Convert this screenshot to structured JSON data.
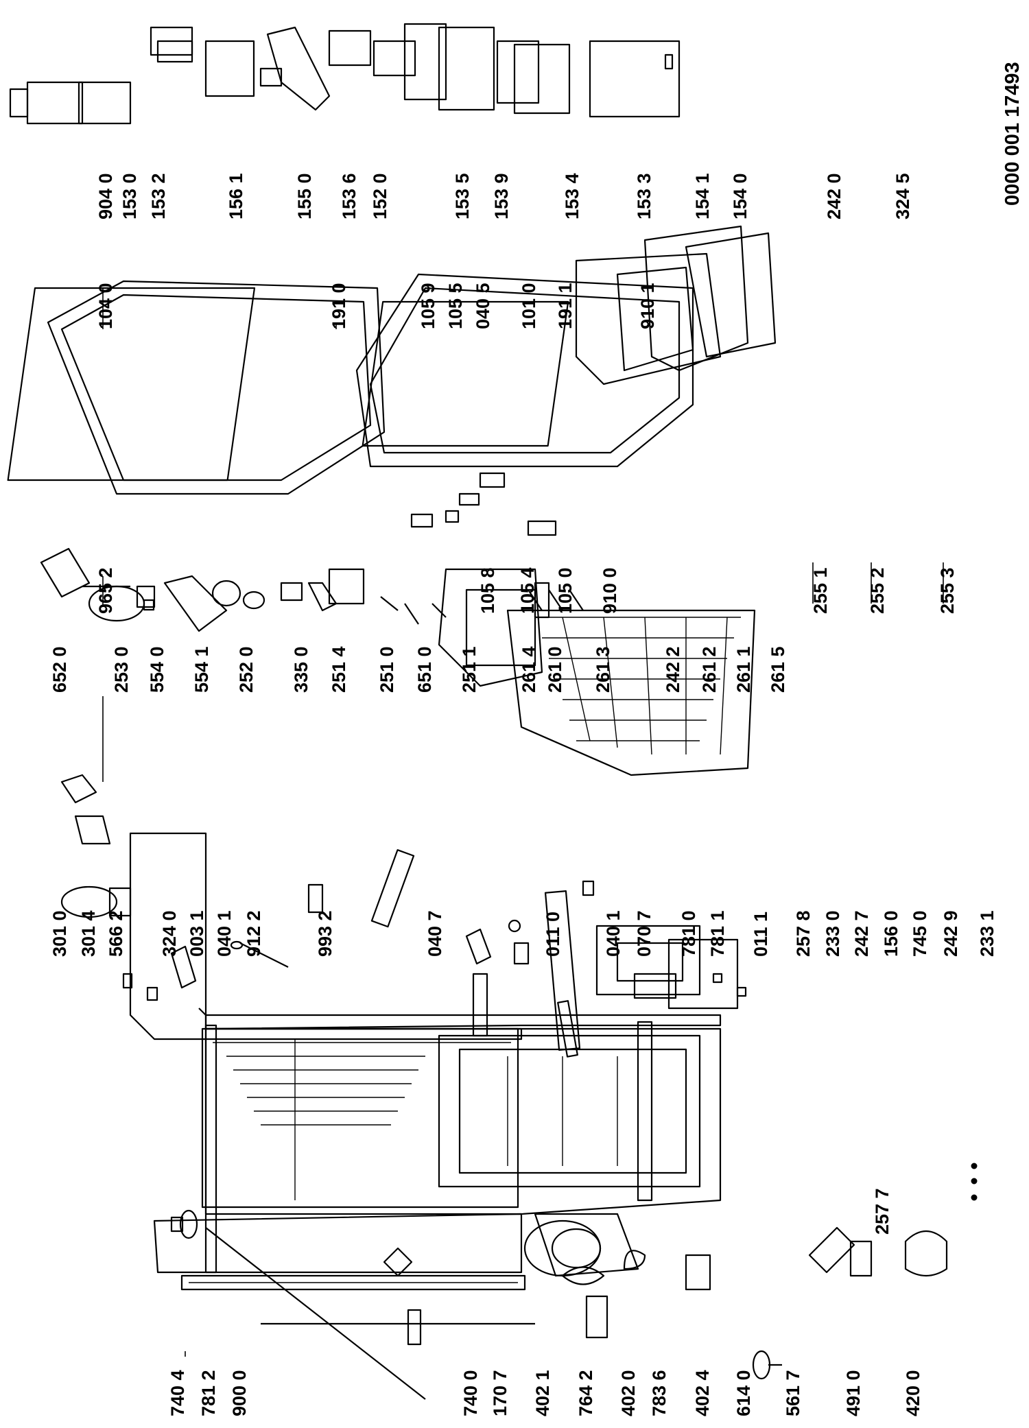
{
  "document_number": "0000 001 17493",
  "part_labels": {
    "p740_4": "740 4",
    "p781_2": "781 2",
    "p900_0": "900 0",
    "p740_0": "740 0",
    "p170_7": "170 7",
    "p402_1": "402 1",
    "p764_2": "764 2",
    "p402_0": "402 0",
    "p783_6": "783 6",
    "p402_4": "402 4",
    "p614_0": "614 0",
    "p561_7": "561 7",
    "p491_0": "491 0",
    "p420_0": "420 0",
    "p301_0": "301 0",
    "p301_4": "301 4",
    "p566_2": "566 2",
    "p324_0": "324 0",
    "p003_1": "003 1",
    "p040_1a": "040 1",
    "p912_2": "912 2",
    "p993_2": "993 2",
    "p040_7": "040 7",
    "p011_0": "011 0",
    "p040_1b": "040 1",
    "p070_7": "070 7",
    "p781_0": "781 0",
    "p781_1": "781 1",
    "p011_1": "011 1",
    "p257_8": "257 8",
    "p233_0": "233 0",
    "p242_7": "242 7",
    "p156_0": "156 0",
    "p745_0": "745 0",
    "p242_9": "242 9",
    "p233_1": "233 1",
    "p257_7": "257 7",
    "p652_0": "652 0",
    "p253_0": "253 0",
    "p554_0": "554 0",
    "p554_1": "554 1",
    "p252_0": "252 0",
    "p335_0": "335 0",
    "p251_4": "251 4",
    "p251_0": "251 0",
    "p651_0": "651 0",
    "p251_1": "251 1",
    "p261_4": "261 4",
    "p261_0": "261 0",
    "p261_3": "261 3",
    "p242_2": "242 2",
    "p261_2": "261 2",
    "p261_1": "261 1",
    "p261_5": "261 5",
    "p965_2": "965 2",
    "p104_0": "104 0",
    "p191_0": "191 0",
    "p105_9": "105 9",
    "p105_5": "105 5",
    "p040_5": "040 5",
    "p101_0": "101 0",
    "p191_1": "191 1",
    "p910_1": "910 1",
    "p105_8": "105 8",
    "p105_4": "105 4",
    "p105_0": "105 0",
    "p910_0": "910 0",
    "p255_1": "255 1",
    "p255_2": "255 2",
    "p255_3": "255 3",
    "p904_0": "904 0",
    "p153_0": "153 0",
    "p153_2": "153 2",
    "p156_1": "156 1",
    "p155_0": "155 0",
    "p153_6": "153 6",
    "p152_0": "152 0",
    "p153_5": "153 5",
    "p153_9": "153 9",
    "p153_4": "153 4",
    "p153_3": "153 3",
    "p154_1": "154 1",
    "p154_0": "154 0",
    "p242_0": "242 0",
    "p324_5": "324 5"
  }
}
